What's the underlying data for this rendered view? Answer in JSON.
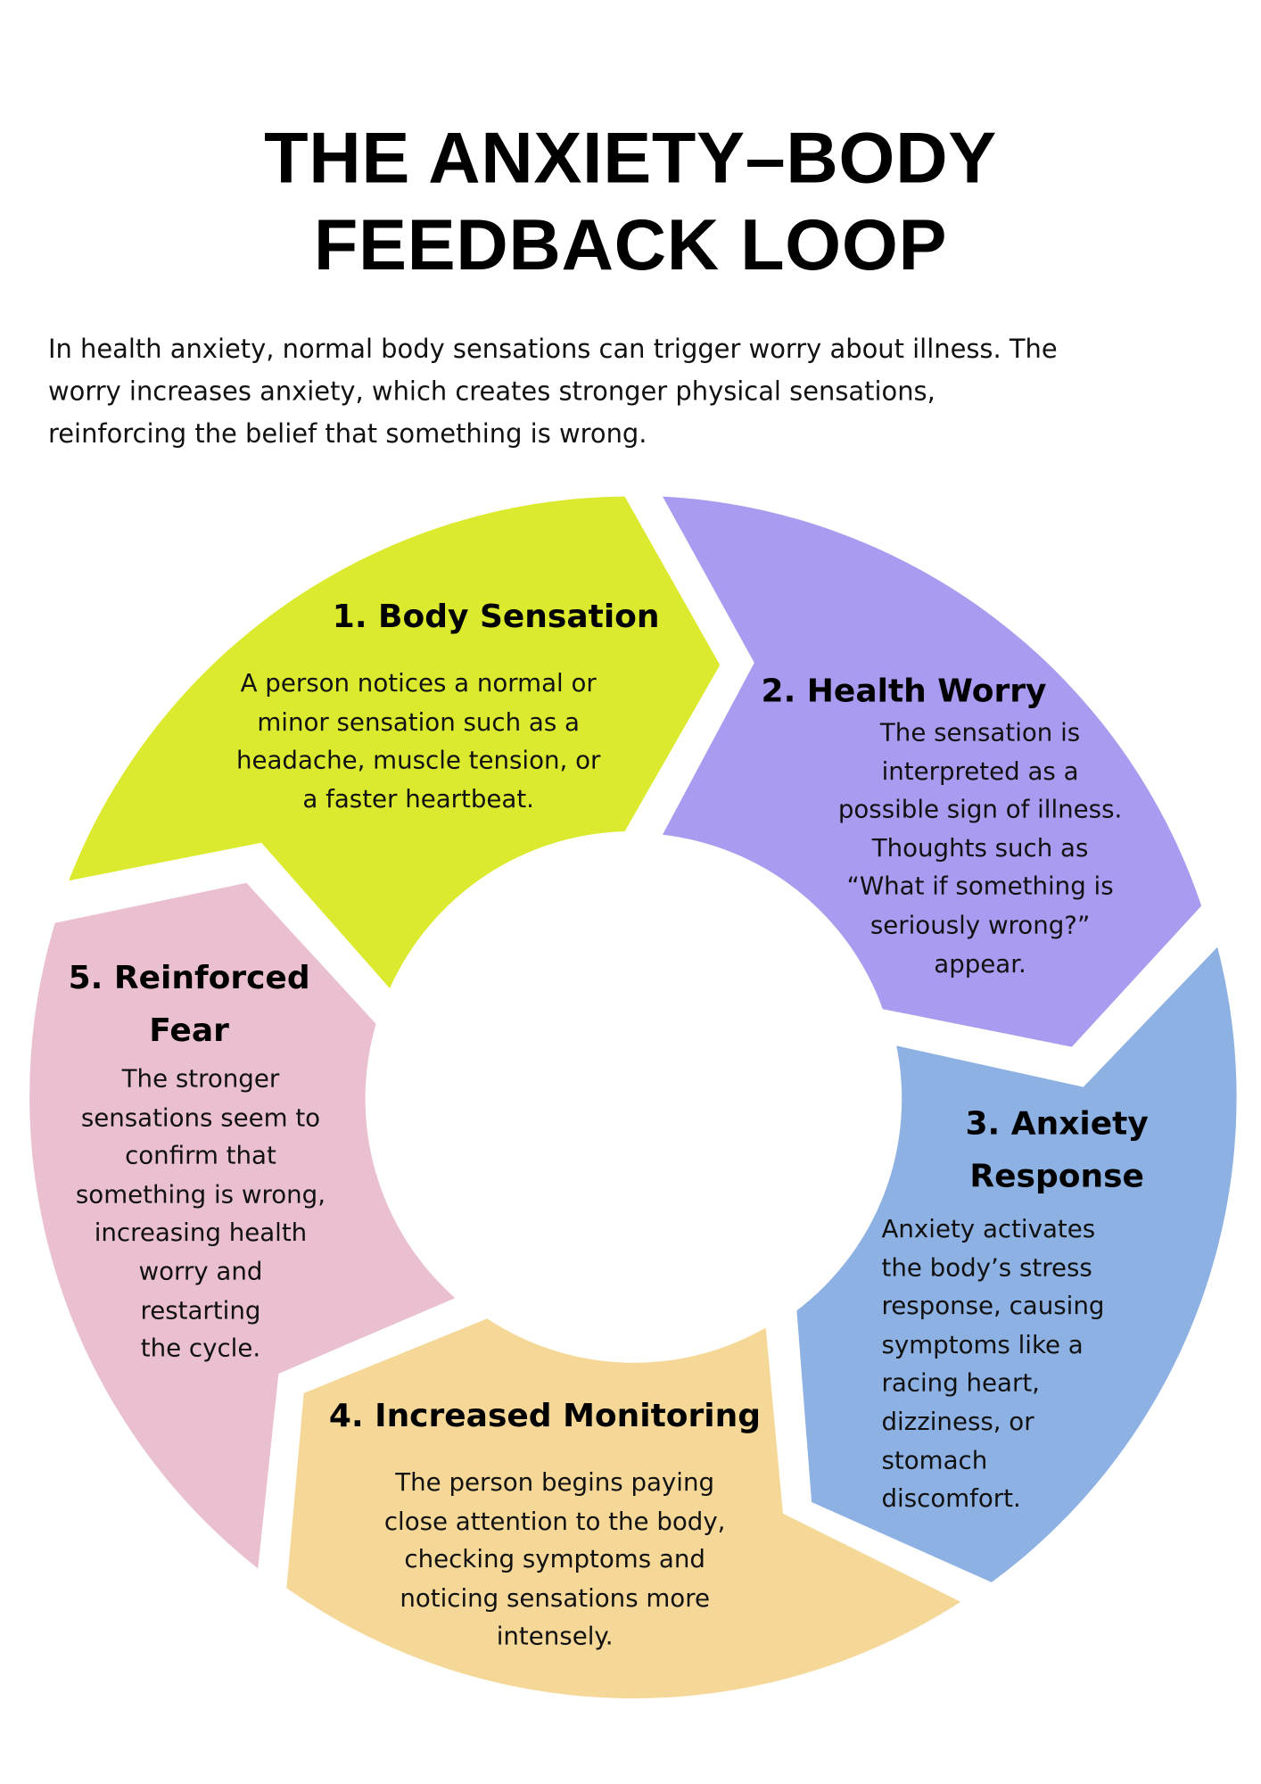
{
  "title": {
    "line1": "THE ANXIETY–BODY",
    "line2": "FEEDBACK LOOP"
  },
  "intro": {
    "lines": [
      "In health anxiety, normal body sensations can trigger worry about illness. The",
      "worry increases anxiety, which creates stronger physical sensations,",
      "reinforcing the belief that something is wrong."
    ]
  },
  "colors": {
    "step1": "#dbea2e",
    "step2": "#a99bef",
    "step3": "#8db1e3",
    "step4": "#f5d898",
    "step5": "#eac0d0"
  },
  "steps": [
    {
      "heading": [
        "1. Body Sensation"
      ],
      "body": [
        "A person notices a normal or",
        "minor sensation such as a",
        "headache, muscle tension, or",
        "a faster heartbeat."
      ]
    },
    {
      "heading": [
        "2. Health Worry"
      ],
      "body": [
        "The sensation is",
        "interpreted as a",
        "possible sign of illness.",
        "Thoughts such as",
        "“What if something is",
        "seriously wrong?”",
        "appear."
      ]
    },
    {
      "heading": [
        "3. Anxiety",
        "Response"
      ],
      "body": [
        "Anxiety activates",
        "the body’s stress",
        "response, causing",
        "symptoms like a",
        "racing heart,",
        "dizziness, or",
        "stomach",
        "discomfort."
      ]
    },
    {
      "heading": [
        "4. Increased Monitoring"
      ],
      "body": [
        "The person begins paying",
        "close attention to the body,",
        "checking symptoms and",
        "noticing sensations more",
        "intensely."
      ]
    },
    {
      "heading": [
        "5. Reinforced",
        "Fear"
      ],
      "body": [
        "The stronger",
        "sensations seem to",
        "confirm that",
        "something is wrong,",
        "increasing health",
        "worry and",
        "restarting",
        "the cycle."
      ]
    }
  ]
}
